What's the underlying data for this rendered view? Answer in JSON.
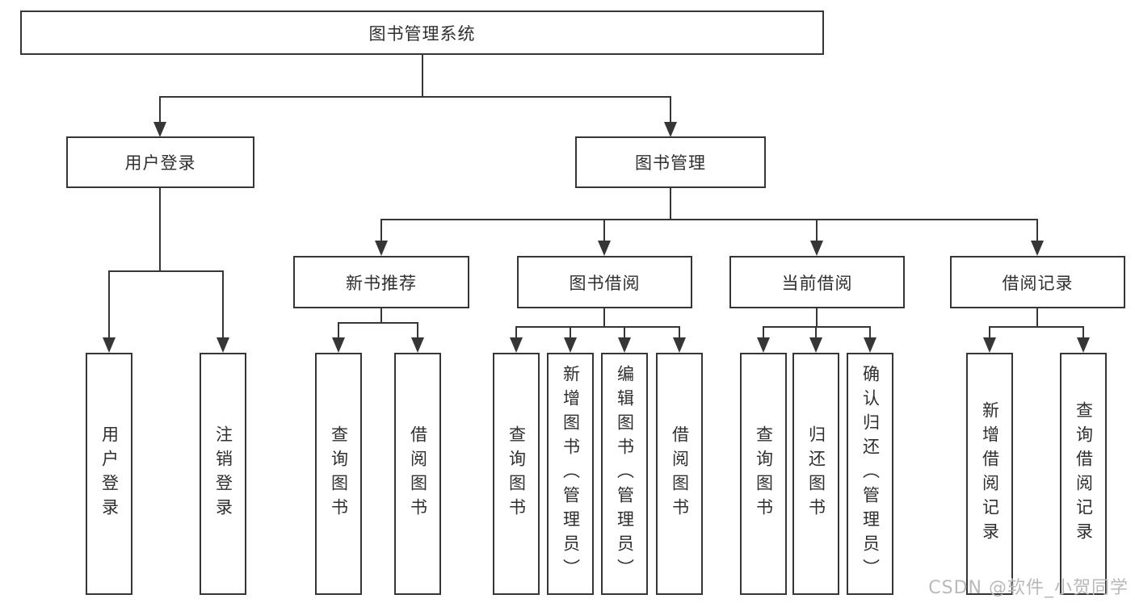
{
  "diagram": {
    "root": "图书管理系统",
    "level2": [
      "用户登录",
      "图书管理"
    ],
    "level3": [
      "新书推荐",
      "图书借阅",
      "当前借阅",
      "借阅记录"
    ],
    "leaves_user_login": [
      "用户登录",
      "注销登录"
    ],
    "leaves_new_book": [
      "查询图书",
      "借阅图书"
    ],
    "leaves_book_borrow": [
      "查询图书",
      "新增图书（管理员）",
      "编辑图书（管理员）",
      "借阅图书"
    ],
    "leaves_current_borrow": [
      "查询图书",
      "归还图书",
      "确认归还（管理员）"
    ],
    "leaves_borrow_record": [
      "新增借阅记录",
      "查询借阅记录"
    ],
    "watermark": "CSDN @软件_小贺同学",
    "colors": {
      "line": "#363636",
      "text": "#2f2f2f",
      "watermark": "#b9b9b9"
    }
  }
}
